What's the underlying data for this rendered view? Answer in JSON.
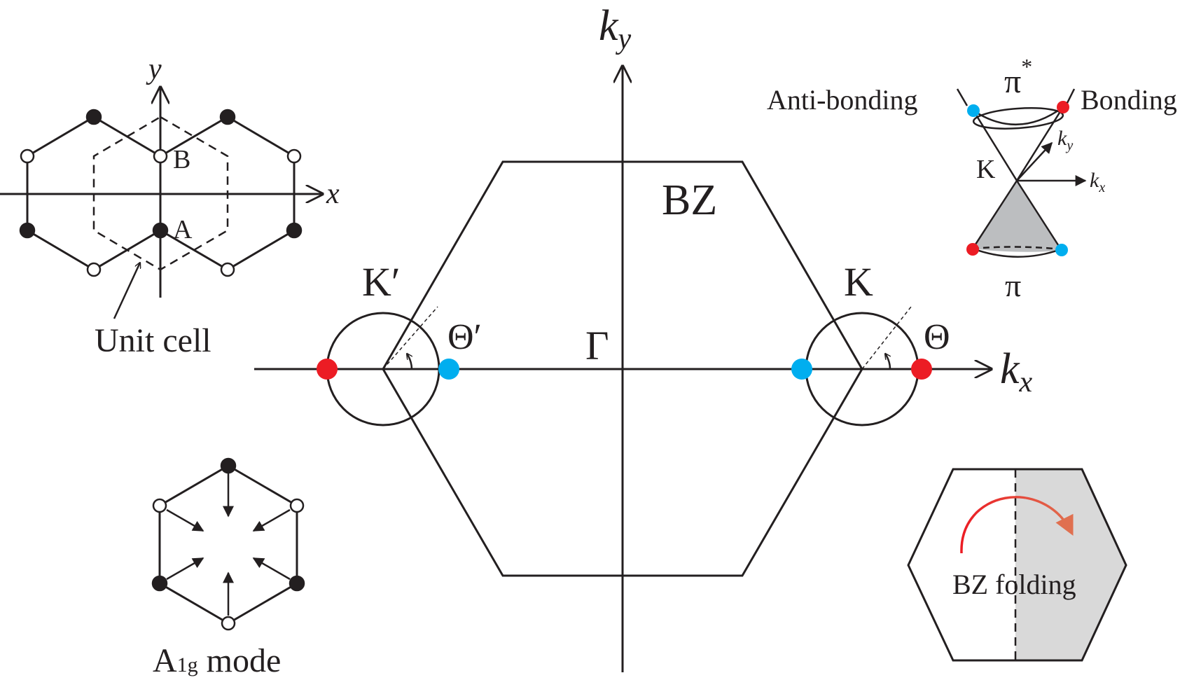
{
  "lattice": {
    "y_label": "y",
    "x_label": "x",
    "site_b": "B",
    "site_a": "A",
    "unit_cell": "Unit cell"
  },
  "bz": {
    "ky_label": "k",
    "ky_sub": "y",
    "kx_label": "k",
    "kx_sub": "x",
    "bz_label": "BZ",
    "gamma": "Γ",
    "k_label": "K",
    "kprime_label": "K′",
    "theta": "Θ",
    "theta_prime": "Θ′"
  },
  "cone": {
    "pi_star": "π",
    "pi_star_sup": "*",
    "anti_bonding": "Anti-bonding",
    "bonding": "Bonding",
    "k_point": "K",
    "ky_label": "k",
    "ky_sub": "y",
    "kx_label": "k",
    "kx_sub": "x",
    "pi": "π"
  },
  "mode": {
    "label_main": "A",
    "label_sub": "1g",
    "label_rest": " mode"
  },
  "folding": {
    "label": "BZ folding"
  },
  "colors": {
    "red_point": "#ec1c24",
    "blue_point": "#00aeef",
    "line": "#231f20",
    "cone_fill": "#bcbec0",
    "fold_fill": "#d9d9d9",
    "fold_arrow_start": "#ec1c24",
    "fold_arrow_end": "#e07050"
  }
}
